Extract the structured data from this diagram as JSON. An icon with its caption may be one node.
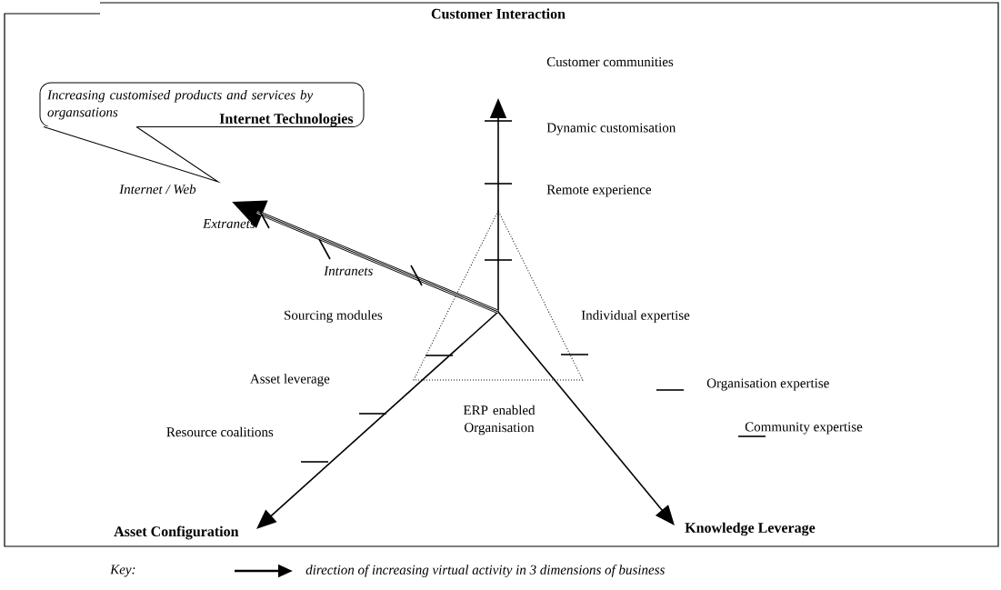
{
  "diagram": {
    "nodes": [
      {
        "text": [
          "Increasing customised products and services by organsations"
        ]
      }
    ],
    "labels": [
      "Customer Interaction",
      "Customer communities",
      "Internet Technologies",
      "Dynamic customisation",
      "Internet / Web",
      "Extranets",
      "Remote experience",
      "Intranets",
      "Sourcing modules",
      "Individual expertise",
      "Asset leverage",
      "Organisation expertise",
      "ERP enabled Organisation",
      "Resource coalitions",
      "Community expertise",
      "Asset Configuration",
      "Knowledge Leverage",
      "Key:"
    ],
    "legend": [
      {
        "text": "direction of increasing virtual activity in 3 dimensions of business"
      }
    ]
  }
}
